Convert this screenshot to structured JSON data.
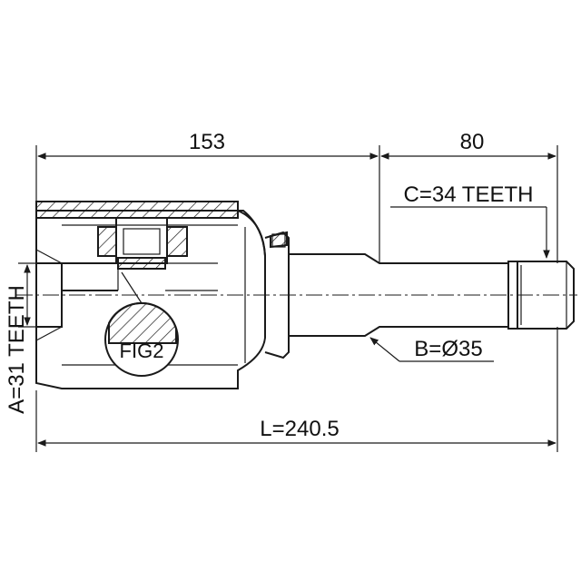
{
  "dimensions": {
    "top_left": "153",
    "top_right": "80",
    "overall_length": "L=240.5",
    "label_a": "A=31 TEETH",
    "label_b": "B=Ø35",
    "label_c": "C=34 TEETH",
    "figure_label": "FIG2"
  }
}
